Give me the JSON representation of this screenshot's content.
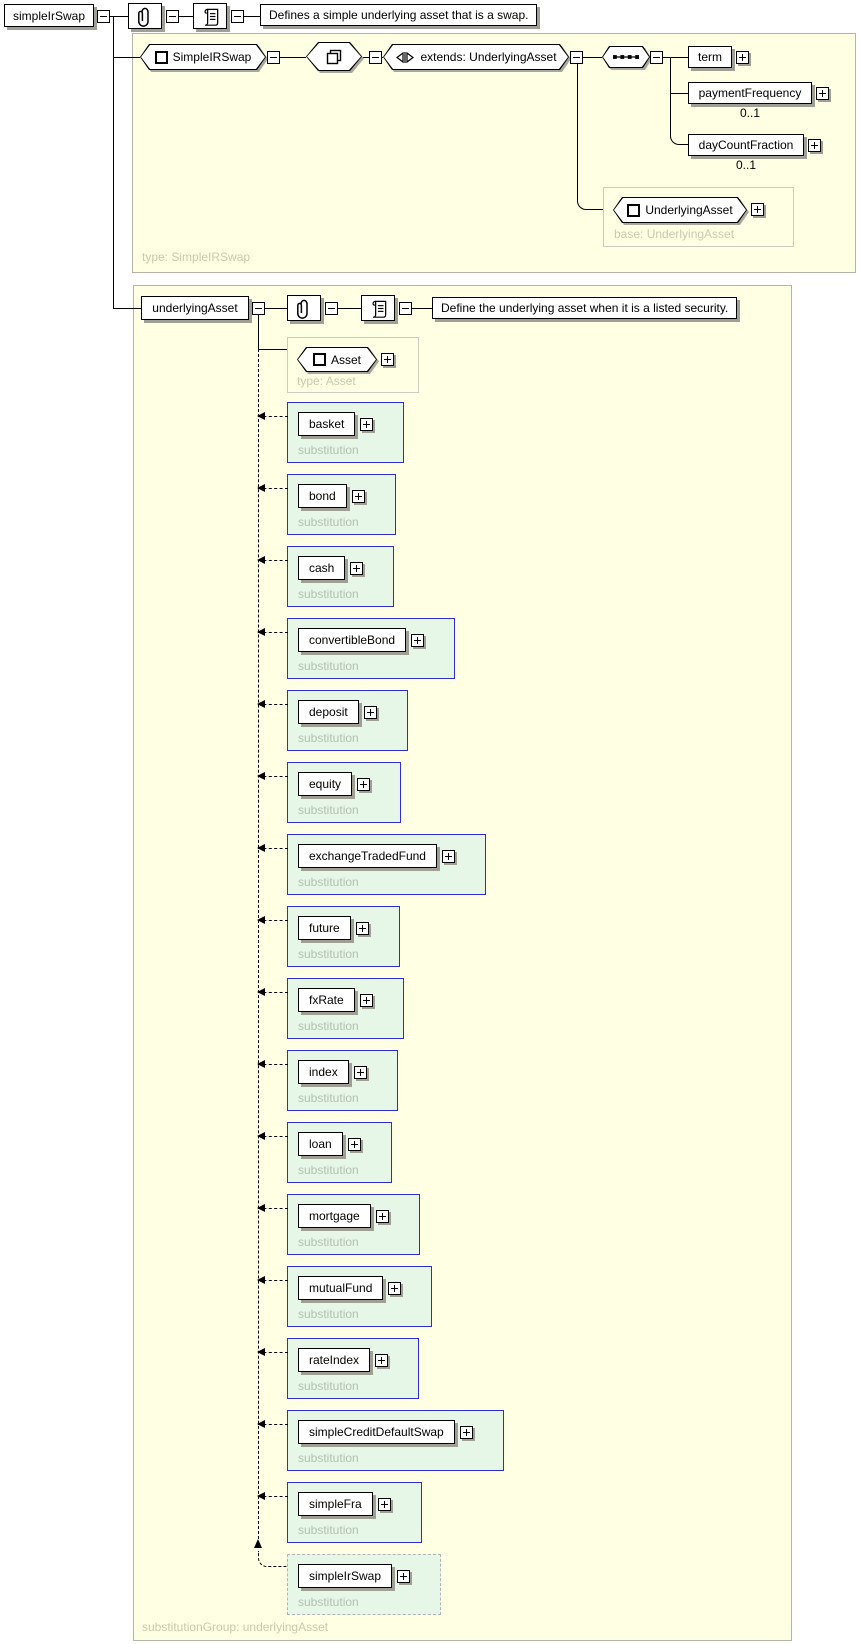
{
  "diagram": {
    "root": {
      "label": "simpleIrSwap",
      "doc": "Defines a simple underlying asset that is a swap."
    },
    "type_section": {
      "type_name": "SimpleIRSwap",
      "extends_label": "extends: UnderlyingAsset",
      "children": [
        {
          "label": "term",
          "occurs": ""
        },
        {
          "label": "paymentFrequency",
          "occurs": "0..1"
        },
        {
          "label": "dayCountFraction",
          "occurs": "0..1"
        }
      ],
      "base": {
        "name": "UnderlyingAsset",
        "caption": "base: UnderlyingAsset"
      },
      "caption": "type: SimpleIRSwap"
    },
    "element_section": {
      "element": {
        "label": "underlyingAsset",
        "doc": "Define the underlying asset when it is a listed security."
      },
      "head_type": {
        "name": "Asset",
        "caption": "type: Asset"
      },
      "substitution_label": "substitution",
      "substitutions": [
        {
          "label": "basket"
        },
        {
          "label": "bond"
        },
        {
          "label": "cash"
        },
        {
          "label": "convertibleBond"
        },
        {
          "label": "deposit"
        },
        {
          "label": "equity"
        },
        {
          "label": "exchangeTradedFund"
        },
        {
          "label": "future"
        },
        {
          "label": "fxRate"
        },
        {
          "label": "index"
        },
        {
          "label": "loan"
        },
        {
          "label": "mortgage"
        },
        {
          "label": "mutualFund"
        },
        {
          "label": "rateIndex"
        },
        {
          "label": "simpleCreditDefaultSwap"
        },
        {
          "label": "simpleFra"
        },
        {
          "label": "simpleIrSwap",
          "dashed": true
        }
      ],
      "caption": "substitutionGroup: underlyingAsset"
    },
    "colors": {
      "panel_bg": "#ffffe3",
      "substitution_bg": "#e7f7e7",
      "substitution_border": "#2e2ecc",
      "caption_gray": "#c9c9ad"
    }
  }
}
